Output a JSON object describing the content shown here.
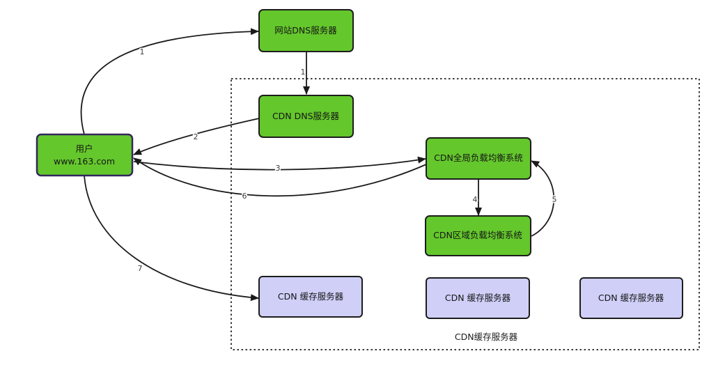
{
  "diagram": {
    "type": "flow-diagram",
    "nodes": {
      "website_dns": {
        "label": "网站DNS服务器"
      },
      "cdn_dns": {
        "label": "CDN DNS服务器"
      },
      "user": {
        "label_line1": "用户",
        "label_line2": "www.163.com"
      },
      "global_lb": {
        "label": "CDN全局负载均衡系统"
      },
      "regional_lb": {
        "label": "CDN区域负载均衡系统"
      },
      "cache_1": {
        "label": "CDN 缓存服务器"
      },
      "cache_2": {
        "label": "CDN 缓存服务器"
      },
      "cache_3": {
        "label": "CDN 缓存服务器"
      }
    },
    "container": {
      "label": "CDN缓存服务器"
    },
    "edge_labels": {
      "user_to_website_dns": "1",
      "website_dns_to_cdn_dns": "1",
      "cdn_dns_to_user": "2",
      "user_to_global_lb": "3",
      "global_lb_to_regional_lb": "4",
      "regional_lb_to_global_lb": "5",
      "global_lb_to_user": "6",
      "user_to_cache_1": "7"
    },
    "colors": {
      "node_green": "#64c72c",
      "node_lavender": "#cfcff8",
      "node_border": "#1c1c1c",
      "user_border": "#32275c",
      "edge": "#1a1a1a",
      "edge_label_text": "#3d3d3d",
      "container_border": "#3a3a3a",
      "background": "#ffffff"
    }
  }
}
